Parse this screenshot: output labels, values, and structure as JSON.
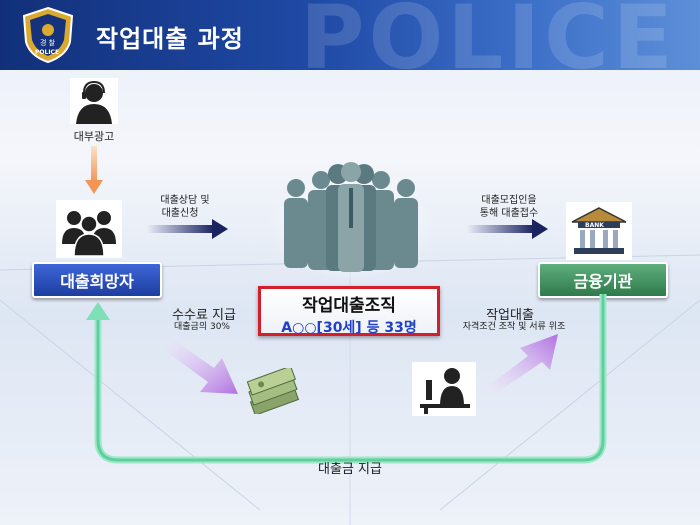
{
  "header": {
    "title": "작업대출 과정",
    "watermark": "POLICE",
    "emblem_top": "경 찰",
    "emblem_bottom": "POLICE"
  },
  "nodes": {
    "ad_label": "대부광고",
    "borrower": "대출희망자",
    "org_title": "작업대출조직",
    "org_sub": "A○○[30세] 등 33명",
    "bank": "금융기관",
    "bank_sign": "BANK"
  },
  "edges": {
    "consult_1": "대출상담 및",
    "consult_2": "대출신청",
    "recruit_1": "대출모집인을",
    "recruit_2": "통해 대출접수",
    "fee_1": "수수료 지급",
    "fee_2": "대출금의 30%",
    "work_1": "작업대출",
    "work_2": "자격조건 조작 및 서류 위조",
    "payout": "대출금 지급"
  },
  "colors": {
    "header": "#1f4aa6",
    "borrower_box": "#2b52c4",
    "org_border": "#d21f2a",
    "bank_box": "#3c8a5a",
    "loop_line": "#7fe0b8",
    "navy_arrow": "#1a2260",
    "purple_arrow": "#b070e0"
  }
}
